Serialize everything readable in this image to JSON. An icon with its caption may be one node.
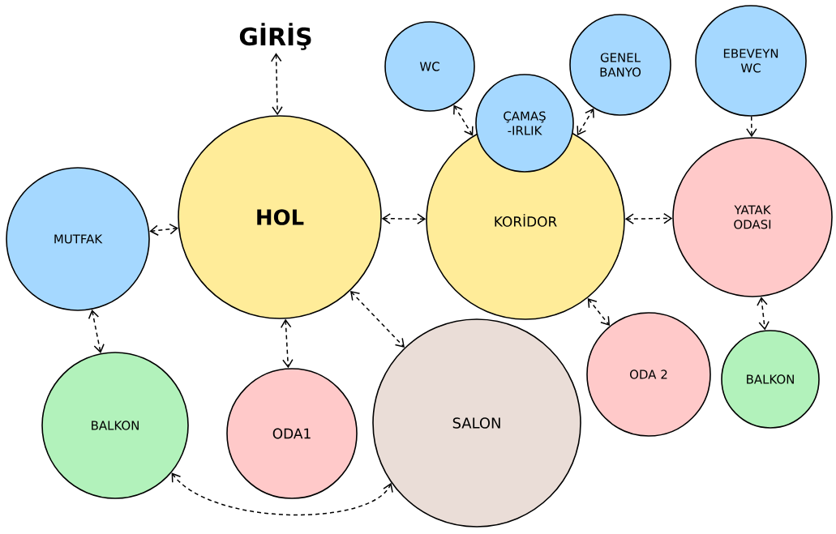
{
  "diagram": {
    "nodes": [
      {
        "text": [
          "GİRİŞ"
        ]
      },
      {
        "text": [
          "HOL"
        ]
      },
      {
        "text": [
          "MUTFAK"
        ]
      },
      {
        "text": [
          "WC"
        ]
      },
      {
        "text": [
          "ÇAMAŞ -IRLIK"
        ]
      },
      {
        "text": [
          "GENEL BANYO"
        ]
      },
      {
        "text": [
          "EBEVEYN WC"
        ]
      },
      {
        "text": [
          "KORİDOR"
        ]
      },
      {
        "text": [
          "YATAK ODASI"
        ]
      },
      {
        "text": [
          "BALKON"
        ]
      },
      {
        "text": [
          "ODA1"
        ]
      },
      {
        "text": [
          "SALON"
        ]
      },
      {
        "text": [
          "ODA 2"
        ]
      },
      {
        "text": [
          "BALKON"
        ]
      }
    ],
    "edges": [
      {
        "from": 0,
        "to": 1,
        "arrow": "both",
        "style": "dashed"
      },
      {
        "from": 2,
        "to": 1,
        "arrow": "both",
        "style": "dashed"
      },
      {
        "from": 1,
        "to": 7,
        "arrow": "both",
        "style": "dashed"
      },
      {
        "from": 3,
        "to": 7,
        "arrow": "both",
        "style": "dashed"
      },
      {
        "from": 5,
        "to": 7,
        "arrow": "both",
        "style": "dashed"
      },
      {
        "from": 7,
        "to": 8,
        "arrow": "both",
        "style": "dashed"
      },
      {
        "from": 6,
        "to": 8,
        "arrow": "to",
        "style": "dashed"
      },
      {
        "from": 8,
        "to": 13,
        "arrow": "both",
        "style": "dashed"
      },
      {
        "from": 7,
        "to": 12,
        "arrow": "both",
        "style": "dashed"
      },
      {
        "from": 1,
        "to": 10,
        "arrow": "both",
        "style": "dashed"
      },
      {
        "from": 1,
        "to": 11,
        "arrow": "both",
        "style": "dashed"
      },
      {
        "from": 2,
        "to": 9,
        "arrow": "both",
        "style": "dashed"
      },
      {
        "from": 9,
        "to": 11,
        "arrow": "both",
        "style": "dashed"
      }
    ]
  }
}
